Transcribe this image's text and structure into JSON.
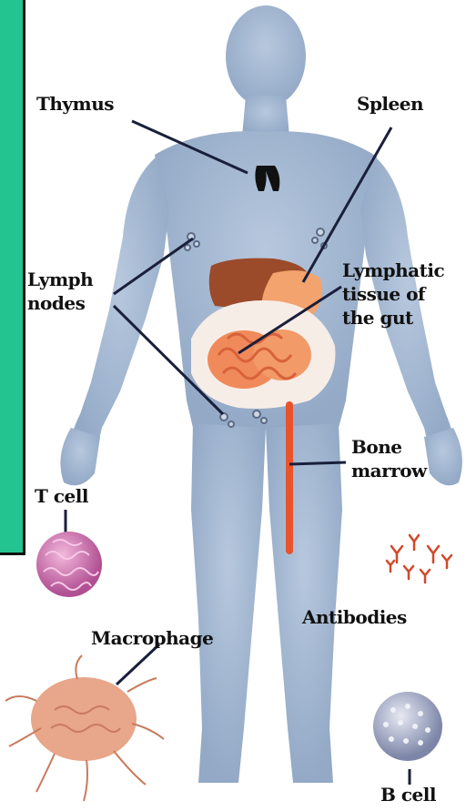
{
  "colors": {
    "background": "#ffffff",
    "body": "#a9bdd6",
    "body_shadow": "#8fa6c4",
    "accent_frame": "#23c48f",
    "leader_line": "#1a1f3a",
    "bone_marrow": "#e8532c",
    "liver": "#9b4a2a",
    "gut": "#f08a5a",
    "gut_highlight": "#f7c29a",
    "thymus": "#111111",
    "t_cell": "#d76bb0",
    "macrophage": "#e8a68a",
    "b_cell": "#9fa8c8",
    "antibodies": "#d3482a"
  },
  "labels": {
    "thymus": "Thymus",
    "spleen": "Spleen",
    "lymph_nodes": [
      "Lymph",
      "nodes"
    ],
    "lymphatic_tissue": [
      "Lymphatic",
      "tissue of",
      "the gut"
    ],
    "bone_marrow": [
      "Bone",
      "marrow"
    ],
    "t_cell": "T cell",
    "antibodies": "Antibodies",
    "macrophage": "Macrophage",
    "b_cell": "B cell"
  }
}
